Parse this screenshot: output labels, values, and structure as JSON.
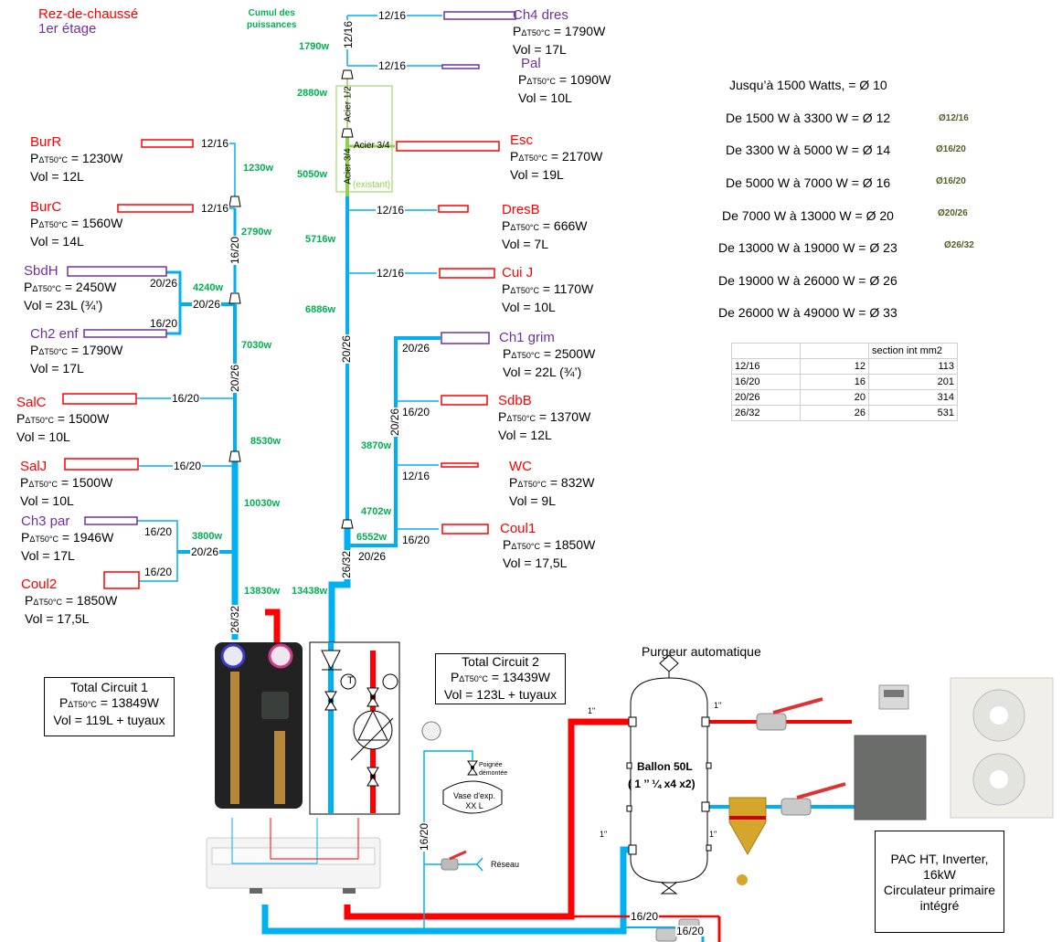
{
  "legend": {
    "rdc": "Rez-de-chaussé",
    "etage": "1er étage",
    "cumul_title_1": "Cumul des",
    "cumul_title_2": "puissances"
  },
  "colors": {
    "rdc": "#ff0000",
    "etage": "#7030a0",
    "cumul": "#00b050",
    "cold_pipe": "#00b0f0",
    "hot_pipe": "#ff0000",
    "existing_steel": "#92d050"
  },
  "power_prefix": "P",
  "power_sub": "ΔT50°C",
  "circuit1": {
    "rooms": [
      {
        "name": "BurR",
        "level": "rdc",
        "power": "= 1230W",
        "vol": "Vol = 12L",
        "pipe": "12/16"
      },
      {
        "name": "BurC",
        "level": "rdc",
        "power": "= 1560W",
        "vol": "Vol = 14L",
        "pipe": "12/16"
      },
      {
        "name": "SbdH",
        "level": "etage",
        "power": "= 2450W",
        "vol": "Vol = 23L (¾’)",
        "pipe": "20/26"
      },
      {
        "name": "Ch2 enf",
        "level": "etage",
        "power": "= 1790W",
        "vol": "Vol = 17L",
        "pipe": "16/20"
      },
      {
        "name": "SalC",
        "level": "rdc",
        "power": "= 1500W",
        "vol": "Vol = 10L",
        "pipe": "16/20"
      },
      {
        "name": "SalJ",
        "level": "rdc",
        "power": "= 1500W",
        "vol": "Vol = 10L",
        "pipe": "16/20"
      },
      {
        "name": "Ch3 par",
        "level": "etage",
        "power": "= 1946W",
        "vol": "Vol = 17L",
        "pipe": "16/20"
      },
      {
        "name": "Coul2",
        "level": "rdc",
        "power": "= 1850W",
        "vol": "Vol = 17,5L",
        "pipe": "16/20"
      }
    ],
    "cumul": [
      "1230w",
      "2790w",
      "4240w",
      "7030w",
      "8530w",
      "10030w",
      "3800w",
      "13830w"
    ],
    "trunk_labels": [
      "16/20",
      "20/26",
      "26/32"
    ],
    "branch_labels": [
      "20/26",
      "20/26"
    ],
    "total": {
      "title": "Total Circuit 1",
      "power": "= 13849W",
      "vol": "Vol = 119L + tuyaux"
    }
  },
  "circuit2": {
    "rooms": [
      {
        "name": "Ch4 dres",
        "level": "etage",
        "power": "= 1790W",
        "vol": "Vol = 17L",
        "pipe": "12/16"
      },
      {
        "name": "Pal",
        "level": "etage",
        "power": "= 1090W",
        "vol": "Vol = 10L",
        "pipe": "12/16"
      },
      {
        "name": "Esc",
        "level": "rdc",
        "power": "= 2170W",
        "vol": "Vol = 19L",
        "pipe": "Acier 3/4"
      },
      {
        "name": "DresB",
        "level": "rdc",
        "power": "= 666W",
        "vol": "Vol = 7L",
        "pipe": "12/16"
      },
      {
        "name": "Cui J",
        "level": "rdc",
        "power": "= 1170W",
        "vol": "Vol = 10L",
        "pipe": "12/16"
      },
      {
        "name": "Ch1 grim",
        "level": "etage",
        "power": "= 2500W",
        "vol": "Vol = 22L (¾’)",
        "pipe": "20/26"
      },
      {
        "name": "SdbB",
        "level": "rdc",
        "power": "= 1370W",
        "vol": "Vol = 12L",
        "pipe": "16/20"
      },
      {
        "name": "WC",
        "level": "rdc",
        "power": "= 832W",
        "vol": "Vol = 9L",
        "pipe": "12/16"
      },
      {
        "name": "Coul1",
        "level": "rdc",
        "power": "= 1850W",
        "vol": "Vol = 17,5L",
        "pipe": "16/20"
      }
    ],
    "cumul": [
      "1790w",
      "2880w",
      "5050w",
      "5716w",
      "6886w",
      "3870w",
      "4702w",
      "6552w",
      "13438w"
    ],
    "trunk_labels": [
      "12/16",
      "20/26",
      "26/32",
      "20/26",
      "20/26"
    ],
    "steel": {
      "acier_half": "Acier 1/2",
      "acier_3_4_v": "Acier 3/4",
      "acier_3_4_h": "Acier 3/4",
      "existing": "(existant)"
    },
    "total": {
      "title": "Total Circuit 2",
      "power": "= 13439W",
      "vol": "Vol = 123L + tuyaux"
    }
  },
  "sizing_rules": [
    {
      "text": "Jusqu’à 1500 Watts, = Ø 10",
      "dn": ""
    },
    {
      "text": "De 1500 W à 3300 W = Ø 12",
      "dn": "Ø12/16"
    },
    {
      "text": "De 3300 W à 5000 W = Ø 14",
      "dn": "Ø16/20"
    },
    {
      "text": "De 5000 W à 7000 W = Ø 16",
      "dn": "Ø16/20"
    },
    {
      "text": "De 7000 W à 13000 W = Ø 20",
      "dn": "Ø20/26"
    },
    {
      "text": "De 13000 W à 19000 W = Ø 23",
      "dn": "Ø26/32"
    },
    {
      "text": "De 19000 W à 26000 W = Ø 26",
      "dn": ""
    },
    {
      "text": "De 26000 W à 49000 W = Ø 33",
      "dn": ""
    }
  ],
  "section_table": {
    "headers": [
      "",
      "",
      "section int mm2"
    ],
    "rows": [
      [
        "12/16",
        "12",
        "113"
      ],
      [
        "16/20",
        "16",
        "201"
      ],
      [
        "20/26",
        "20",
        "314"
      ],
      [
        "26/32",
        "26",
        "531"
      ]
    ]
  },
  "boiler_room": {
    "purgeur": "Purgeur automatique",
    "ballon_1": "Ballon 50L",
    "ballon_2": "( 1 ’’ ¼ x4 x2)",
    "conn_1in": "1\"",
    "vase_1": "Vase d'exp.",
    "vase_2": "XX L",
    "poignee_1": "Poignée",
    "poignee_2": "démontée",
    "reseau": "Réseau",
    "fill_pipe": "16/20",
    "bypass_pipe_1": "16/20",
    "bypass_pipe_2": "16/20",
    "thermo_symbol": "T",
    "pac": {
      "line1": "PAC HT, Inverter,",
      "line2": "16kW",
      "line3": "Circulateur primaire",
      "line4": "intégré"
    }
  }
}
